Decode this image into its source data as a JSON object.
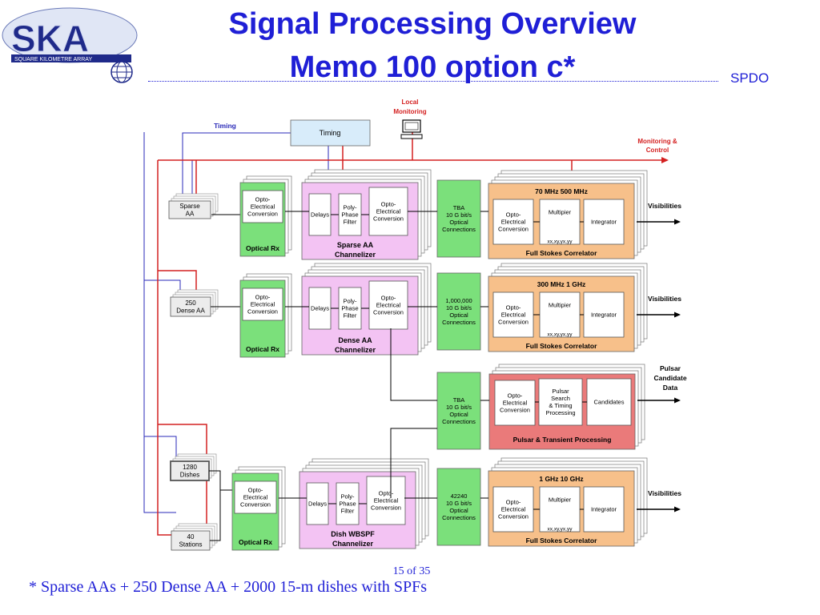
{
  "title_line1": "Signal Processing Overview",
  "title_line2": "Memo 100 option c*",
  "spdo": "SPDO",
  "logo": {
    "text": "SKA",
    "subtitle": "SQUARE KILOMETRE ARRAY"
  },
  "page_number": "15 of 35",
  "footer": "* Sparse AAs + 250 Dense AA  + 2000 15-m dishes with SPFs",
  "diagram": {
    "timing_label": "Timing",
    "timing_box": "Timing",
    "local_monitoring": [
      "Local",
      "Monitoring"
    ],
    "monitoring_control": [
      "Monitoring &",
      "Control"
    ],
    "stations": [
      "Sparse\nAA",
      "250\nDense AA",
      "1280\nDishes",
      "40\nStations"
    ],
    "opto": "Opto-\nElectrical\nConversion",
    "optical_rx": "Optical Rx",
    "delays": "Delays",
    "polyphase": "Poly-\nPhase\nFilter",
    "channelizers": [
      "Sparse AA\nChannelizer",
      "Dense AA\nChannelizer",
      "Dish WBSPF\nChannelizer"
    ],
    "connections": [
      "TBA\n10 G bit/s\nOptical\nConnections",
      "1,000,000\n10 G bit/s\nOptical\nConnections",
      "TBA\n10 G bit/s\nOptical\nConnections",
      "42240\n10 G bit/s\nOptical\nConnections"
    ],
    "correlators": [
      {
        "header": "70 MHz 500 MHz",
        "footer": "Full Stokes Correlator"
      },
      {
        "header": "300 MHz 1 GHz",
        "footer": "Full Stokes Correlator"
      },
      {
        "header": "1 GHz 10 GHz",
        "footer": "Full Stokes Correlator"
      }
    ],
    "multiplier": "Multipier",
    "integrator": "Integrator",
    "xx": "xx,xy,yx,yy",
    "visibilities": "Visibilities",
    "pulsar": {
      "search": "Pulsar\nSearch\n& Timing\nProcessing",
      "candidates": "Candidates",
      "footer": "Pulsar & Transient Processing",
      "output": "Pulsar\nCandidate\nData"
    }
  },
  "colors": {
    "title": "#1f1fd6",
    "red": "#d42020",
    "blue": "#2a2ab8",
    "green": "#7be07b",
    "pink": "#f3c3f3",
    "orange": "#f7c08a",
    "pulsar": "#ea7a7a"
  }
}
